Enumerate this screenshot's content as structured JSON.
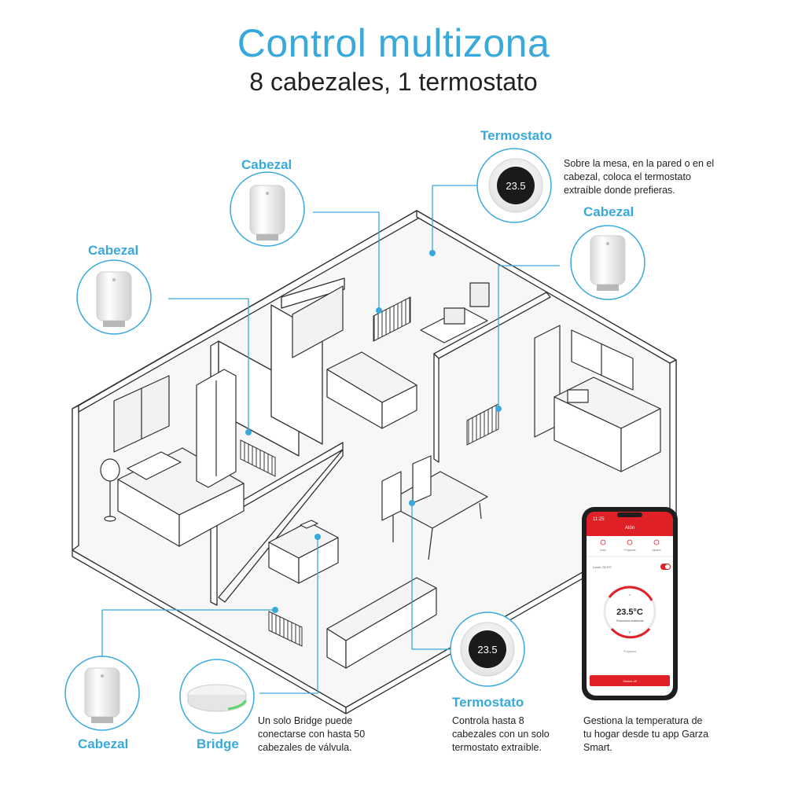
{
  "header": {
    "title": "Control multizona",
    "subtitle": "8 cabezales, 1 termostato"
  },
  "devices": {
    "termostato_top": {
      "label": "Termostato",
      "description": "Sobre la mesa, en la pared o en el cabezal, coloca el termostato extraíble donde prefieras.",
      "display": "23.5"
    },
    "cabezal_top": {
      "label": "Cabezal"
    },
    "cabezal_left": {
      "label": "Cabezal"
    },
    "cabezal_right": {
      "label": "Cabezal"
    },
    "cabezal_bottom": {
      "label": "Cabezal"
    },
    "bridge": {
      "label": "Bridge",
      "description": "Un solo Bridge puede conectarse con hasta 50 cabezales de válvula."
    },
    "termostato_bottom": {
      "label": "Termostato",
      "description": "Controla hasta 8 cabezales con un solo termostato extraíble.",
      "display": "23.5"
    }
  },
  "app": {
    "description": "Gestiona la temperatura de tu hogar desde tu app Garza Smart.",
    "status_time": "11:25",
    "screen_title": "Atón",
    "tabs": [
      "Inicio",
      "Programa",
      "Ajustes"
    ],
    "row_label": "Local: 23.5°C",
    "temperature": "23.5°C",
    "temperature_caption": "Temperatura establecida",
    "mode_label": "Programa",
    "button_label": "Switch off"
  },
  "colors": {
    "accent": "#39a9dc",
    "app_red": "#e02027",
    "line": "#2f2f2f",
    "text": "#222222"
  }
}
